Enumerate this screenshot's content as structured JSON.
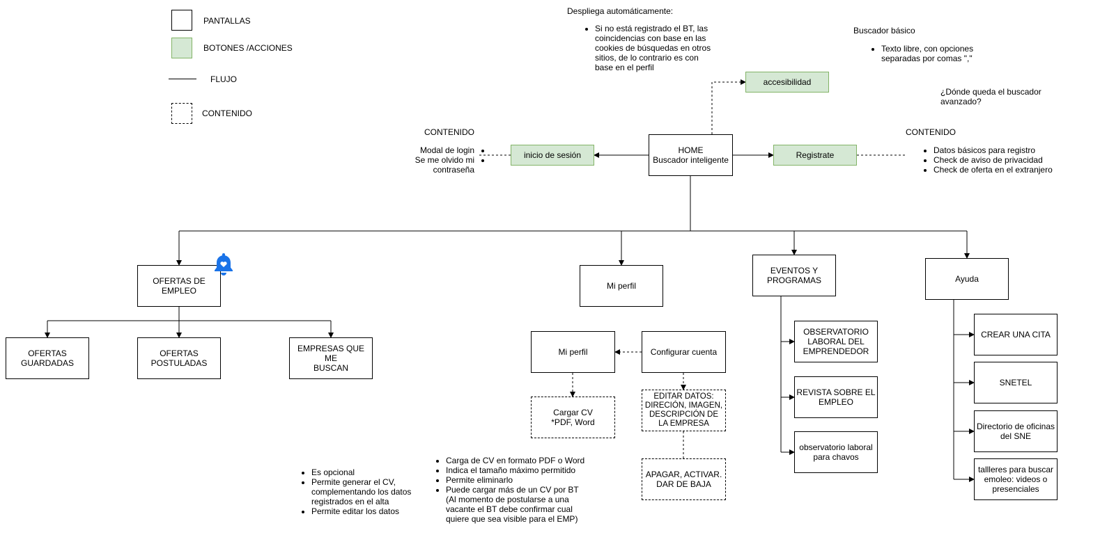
{
  "legend": {
    "pantallas": "PANTALLAS",
    "botones": "BOTONES /ACCIONES",
    "flujo": "FLUJO",
    "contenido": "CONTENIDO"
  },
  "top_note": {
    "heading": "Despliega automáticamente:",
    "items": [
      "Si no está registrado el BT, las coincidencias con base en las cookies de búsquedas en otros sitios, de lo contrario es con base en el perfil"
    ]
  },
  "buscador_note": {
    "heading": "Buscador básico",
    "items": [
      "Texto libre, con opciones separadas por comas \",\""
    ]
  },
  "avanzado_question": "¿Dónde queda el buscador avanzado?",
  "left_content": {
    "heading": "CONTENIDO",
    "items": [
      "Modal de login",
      "Se me olvido mi contraseña"
    ]
  },
  "right_content": {
    "heading": "CONTENIDO",
    "items": [
      "Datos básicos para registro",
      "Check de aviso de privacidad",
      "Check de oferta en el extranjero"
    ]
  },
  "nodes": {
    "home": "HOME\nBuscador inteligente",
    "accesibilidad": "accesibilidad",
    "inicio_sesion": "inicio de sesión",
    "registrate": "Registrate",
    "ofertas_empleo": "OFERTAS DE\nEMPLEO",
    "mi_perfil_top": "Mi perfil",
    "eventos": "EVENTOS Y\nPROGRAMAS",
    "ayuda": "Ayuda",
    "ofertas_guardadas": "OFERTAS\nGUARDADAS",
    "ofertas_postuladas": "OFERTAS\nPOSTULADAS",
    "empresas": "EMPRESAS QUE ME\nBUSCAN",
    "mi_perfil": "Mi perfil",
    "configurar": "Configurar cuenta",
    "cargar_cv": "Cargar CV\n*PDF, Word",
    "editar": "EDITAR DATOS:\nDIRECIÓN, IMAGEN,\nDESCRIPCIÓN DE\nLA EMPRESA",
    "apagar": "APAGAR, ACTIVAR.\nDAR DE BAJA",
    "observatorio_emp": "OBSERVATORIO\nLABORAL DEL\nEMPRENDEDOR",
    "revista": "REVISTA SOBRE EL\nEMPLEO",
    "observatorio_chavos": "observatorio laboral\npara chavos",
    "crear_cita": "CREAR UNA CITA",
    "snetel": "SNETEL",
    "directorio": "Directorio de oficinas\ndel SNE",
    "talleres": "tallleres para buscar\nemoleo: videos o\npresenciales"
  },
  "perfil_notes": [
    "Es opcional",
    "Permite generar el CV, complementando los datos registrados en el alta",
    "Permite editar los datos"
  ],
  "cv_notes": [
    "Carga de CV en formato PDF o Word",
    "Indica el tamaño máximo permitido",
    "Permite eliminarlo",
    "Puede cargar más de un CV por BT (Al momento de postularse a una vacante el BT debe confirmar cual quiere que sea visible para el EMP)"
  ],
  "colors": {
    "action_fill": "#d5e8d4",
    "action_stroke": "#82b366",
    "bell": "#1a73e8"
  },
  "icons": {
    "notification": "bell-heart-icon"
  }
}
